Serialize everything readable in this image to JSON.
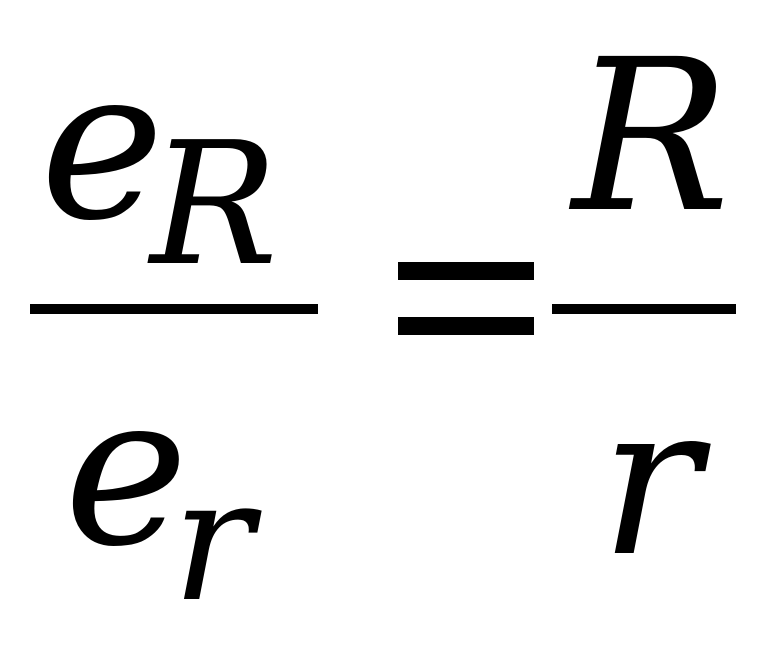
{
  "equation": {
    "lhs": {
      "numerator": {
        "base": "e",
        "subscript": "R"
      },
      "denominator": {
        "base": "e",
        "subscript": "r"
      }
    },
    "operator": "=",
    "rhs": {
      "numerator": "R",
      "denominator": "r"
    }
  },
  "colors": {
    "ink": "#000000",
    "background": "#ffffff"
  }
}
